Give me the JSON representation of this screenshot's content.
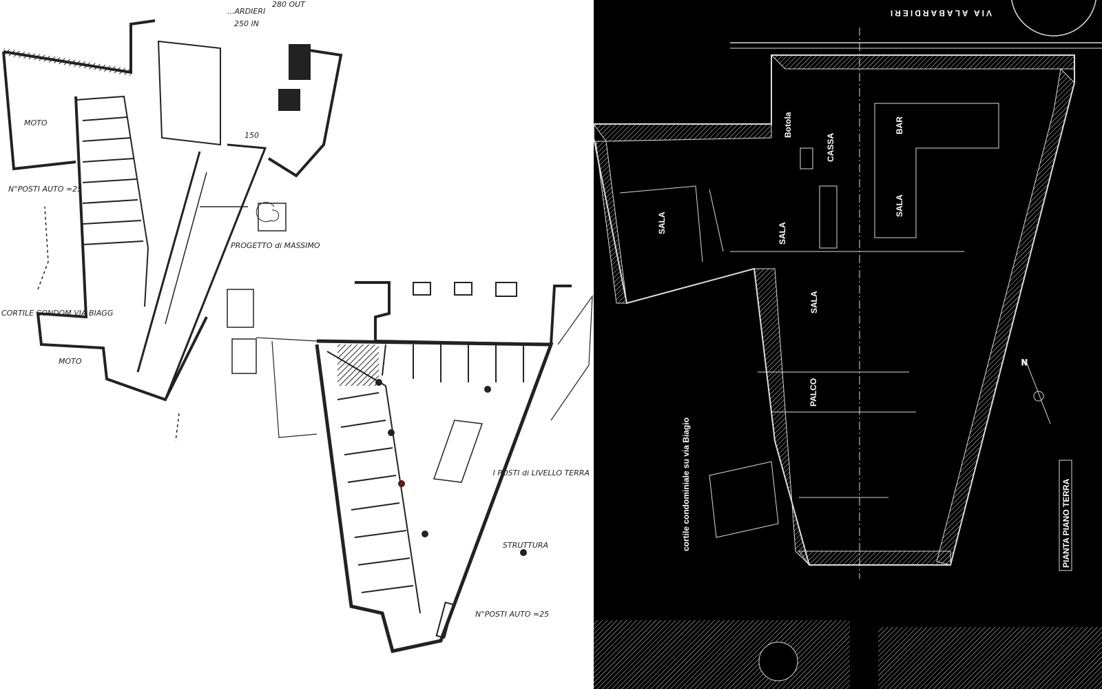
{
  "sketch": {
    "label_in": "250 IN",
    "label_out": "280 OUT",
    "label_dim": "150",
    "posti_top": "N°POSTI AUTO ≈25",
    "progetto": "PROGETTO di MASSIMO",
    "cortile": "CORTILE CONDOM VIA BIAGG",
    "moto_left": "MOTO",
    "moto_bottom": "MOTO",
    "posti_bottom": "N°POSTI AUTO ≈25",
    "livello": "I POSTI di LIVELLO TERRA",
    "struttura": "STRUTTURA",
    "title_frag": "...ARDIERI"
  },
  "plan": {
    "street": "VIA ALABARDIERI",
    "rooms": [
      "SALA",
      "SALA",
      "SALA",
      "SALA",
      "PALCO"
    ],
    "bar": "BAR",
    "botola": "Botola",
    "cassa": "CASSA",
    "cortile": "cortile condominiale su via Biagio",
    "title": "PIANTA PIANO TERRA",
    "north": "N"
  },
  "colors": {
    "paper": "#ffffff",
    "ink": "#1a1a1a",
    "cad_bg": "#000000",
    "cad_line": "#e8e8e8"
  }
}
